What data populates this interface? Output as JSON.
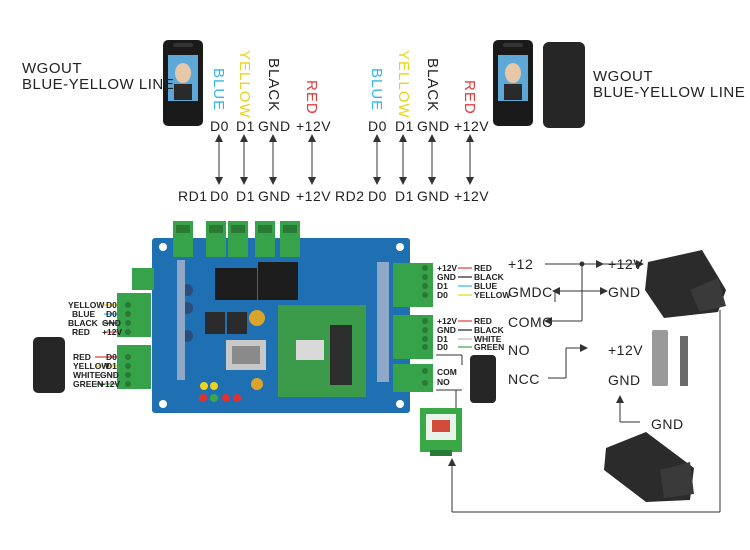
{
  "reader_left": {
    "title_line1": "WGOUT",
    "title_line2": "BLUE-YELLOW LINE"
  },
  "reader_right": {
    "title_line1": "WGOUT",
    "title_line2": "BLUE-YELLOW LINE"
  },
  "left_wire_colors": [
    {
      "name": "BLUE",
      "color": "#2fb7e6"
    },
    {
      "name": "YELLOW",
      "color": "#e8d31b"
    },
    {
      "name": "BLACK",
      "color": "#222222"
    },
    {
      "name": "RED",
      "color": "#e53a3a"
    }
  ],
  "right_wire_colors": [
    {
      "name": "BLUE",
      "color": "#2fb7e6"
    },
    {
      "name": "YELLOW",
      "color": "#e8d31b"
    },
    {
      "name": "BLACK",
      "color": "#222222"
    },
    {
      "name": "RED",
      "color": "#e53a3a"
    }
  ],
  "top_pins_left": [
    "D0",
    "D1",
    "GND",
    "+12V"
  ],
  "top_pins_right": [
    "D0",
    "D1",
    "GND",
    "+12V"
  ],
  "rd1": {
    "label": "RD1",
    "pins": [
      "D0",
      "D1",
      "GND",
      "+12V"
    ]
  },
  "rd2": {
    "label": "RD2",
    "pins": [
      "D0",
      "D1",
      "GND",
      "+12V"
    ]
  },
  "left_terminal_upper": [
    {
      "wire": "YELLOW",
      "pin": "D0",
      "color": "#e8d31b"
    },
    {
      "wire": "BLUE",
      "pin": "D0",
      "color": "#2fb7e6"
    },
    {
      "wire": "BLACK",
      "pin": "GND",
      "color": "#222222"
    },
    {
      "wire": "RED",
      "pin": "+12V",
      "color": "#e53a3a"
    }
  ],
  "left_terminal_lower": [
    {
      "wire": "RED",
      "pin": "D0",
      "color": "#e53a3a"
    },
    {
      "wire": "YELLOW",
      "pin": "D1",
      "color": "#e8d31b"
    },
    {
      "wire": "WHITE",
      "pin": "GND",
      "color": "#bbbbbb"
    },
    {
      "wire": "GREEN",
      "pin": "+12V",
      "color": "#3aa845"
    }
  ],
  "right_terminal_upper": [
    {
      "pin": "+12V",
      "wire": "RED",
      "color": "#e53a3a"
    },
    {
      "pin": "GND",
      "wire": "BLACK",
      "color": "#222222"
    },
    {
      "pin": "D1",
      "wire": "BLUE",
      "color": "#2fb7e6"
    },
    {
      "pin": "D0",
      "wire": "YELLOW",
      "color": "#e8d31b"
    }
  ],
  "right_terminal_lower": [
    {
      "pin": "+12V",
      "wire": "RED",
      "color": "#e53a3a"
    },
    {
      "pin": "GND",
      "wire": "BLACK",
      "color": "#222222"
    },
    {
      "pin": "D1",
      "wire": "WHITE",
      "color": "#bbbbbb"
    },
    {
      "pin": "D0",
      "wire": "GREEN",
      "color": "#3aa845"
    }
  ],
  "right_terminal_extra": [
    "COM",
    "NO"
  ],
  "lock_terminals": {
    "plus12": "+12",
    "gmdc": "GMDC",
    "comc": "COMC",
    "no": "NO",
    "ncc": "NCC"
  },
  "lock_side": {
    "plus12v_top": "+12V",
    "gnd_top": "GND",
    "plus12v_mid": "+12V",
    "gnd_mid": "GND",
    "gnd_bottom": "GND"
  },
  "colors": {
    "board_blue": "#1f6fb3",
    "terminal_green": "#36a24a",
    "pcb_green": "#3c9b4a"
  }
}
